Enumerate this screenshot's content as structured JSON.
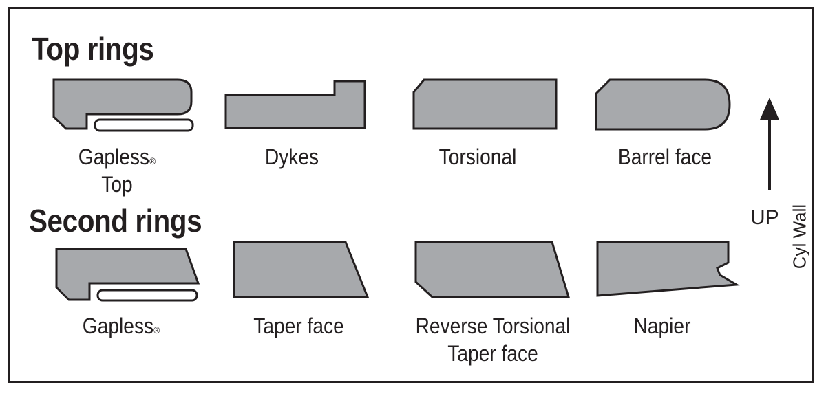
{
  "sections": {
    "top_title": "Top rings",
    "second_title": "Second rings"
  },
  "top_rings": [
    {
      "label": "Gapless",
      "mark": "®",
      "label2": "Top"
    },
    {
      "label": "Dykes"
    },
    {
      "label": "Torsional"
    },
    {
      "label": "Barrel face"
    }
  ],
  "second_rings": [
    {
      "label": "Gapless",
      "mark": "®"
    },
    {
      "label": "Taper face"
    },
    {
      "label": "Reverse Torsional",
      "label2": "Taper face"
    },
    {
      "label": "Napier"
    }
  ],
  "orientation": {
    "up_label": "UP",
    "wall_label": "Cyl Wall"
  },
  "colors": {
    "shape_fill": "#a7a9ac",
    "stroke": "#231f20",
    "background": "#ffffff"
  }
}
